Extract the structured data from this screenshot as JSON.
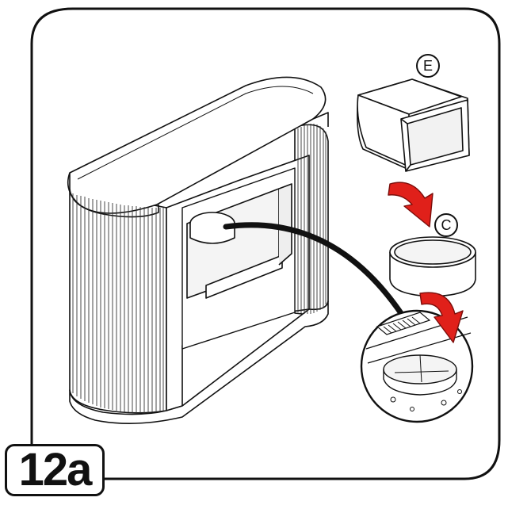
{
  "step": {
    "label": "12a"
  },
  "callouts": {
    "part_e": "E",
    "part_c": "C"
  },
  "colors": {
    "arrow": "#e0201a",
    "outline": "#111111",
    "panel": "#ffffff",
    "fluting": "#333333"
  }
}
